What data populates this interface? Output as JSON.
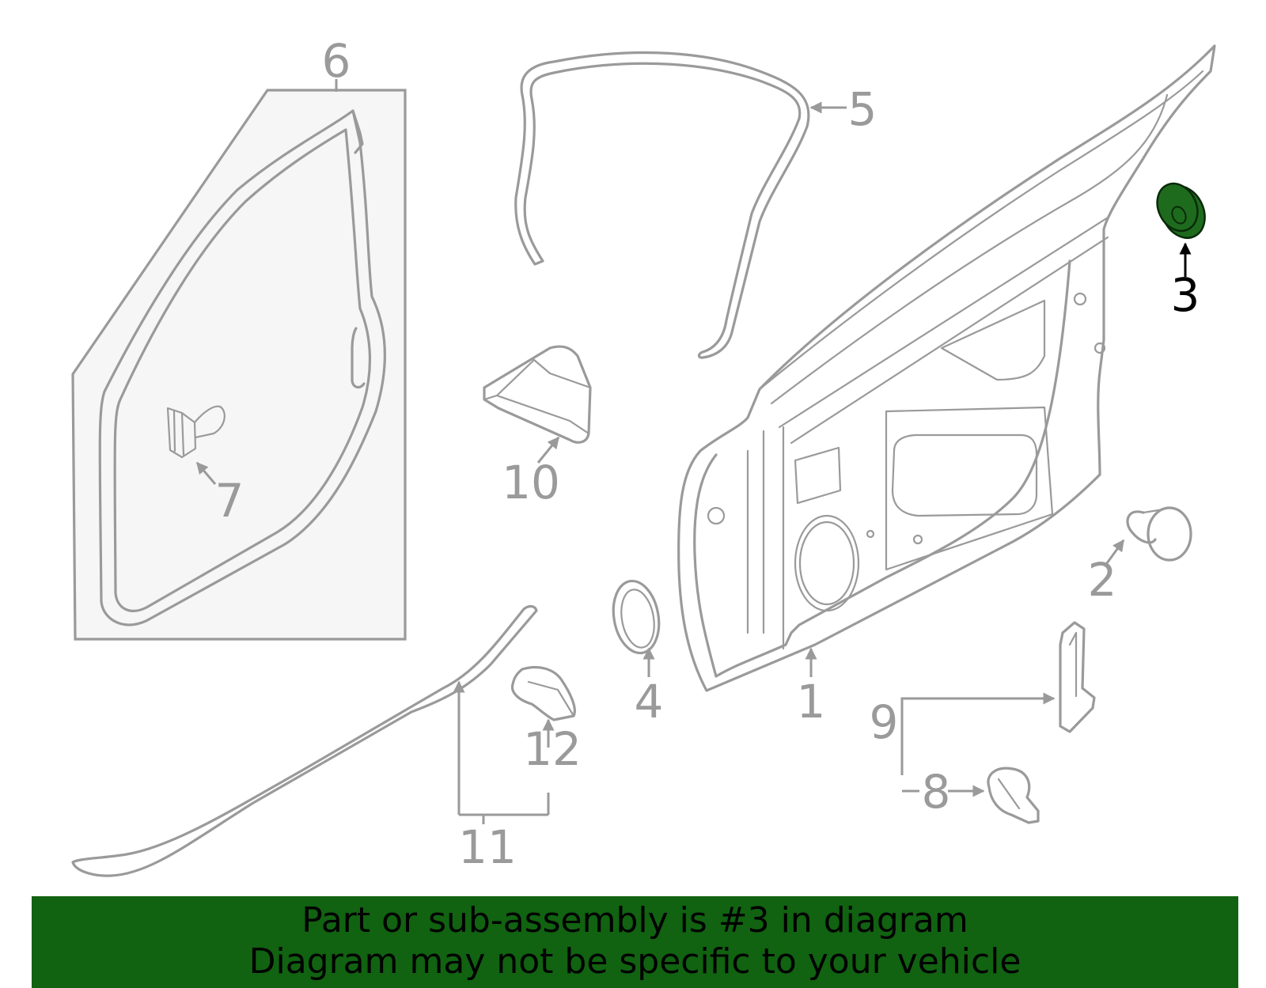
{
  "callouts": {
    "c1": "1",
    "c2": "2",
    "c3": "3",
    "c4": "4",
    "c5": "5",
    "c6": "6",
    "c7": "7",
    "c8": "8",
    "c9": "9",
    "c10": "10",
    "c11": "11",
    "c12": "12"
  },
  "highlight": {
    "part": "3",
    "fill_color": "#1e6b1e",
    "label_color": "#000000"
  },
  "colors": {
    "line_art": "#9a9a9a",
    "panel_fill": "#f6f6f6",
    "banner": "#116211"
  },
  "footer": {
    "line1": "Part or sub-assembly is #3 in diagram",
    "line2": "Diagram may not be specific to your vehicle"
  }
}
